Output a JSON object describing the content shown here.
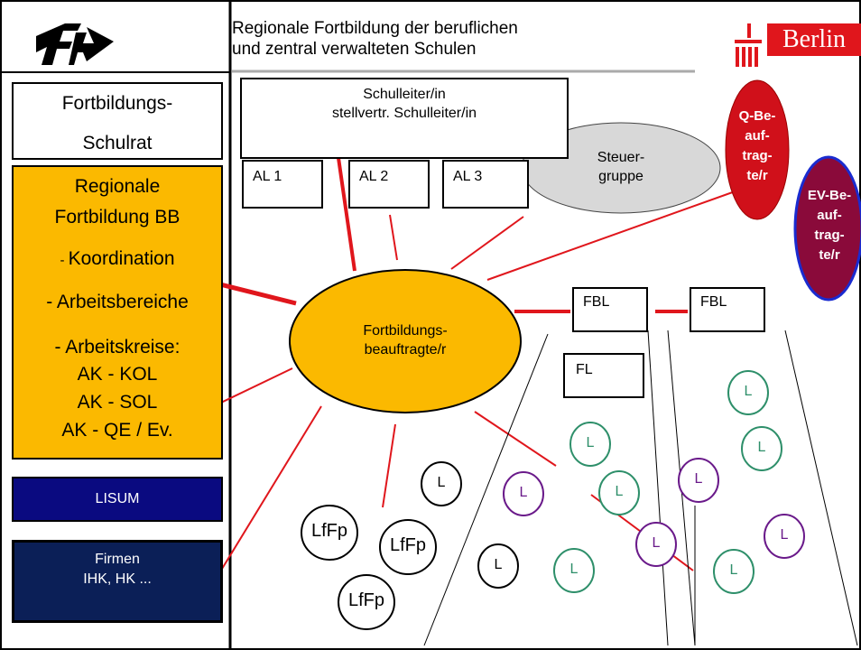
{
  "header": {
    "logo_text": "rf",
    "title_line1": "Regionale Fortbildung der beruflichen",
    "title_line2": "und zentral verwalteten Schulen",
    "berlin_label": "Berlin"
  },
  "left": {
    "schulrat_line1": "Fortbildungs-",
    "schulrat_line2": "Schulrat",
    "regional_line1": "Regionale",
    "regional_line2": "Fortbildung BB",
    "koordination_dash": "- ",
    "koordination": "Koordination",
    "arbeitsbereiche": "- Arbeitsbereiche",
    "arbeitskreise": "- Arbeitskreise:",
    "ak1": "AK - KOL",
    "ak2": "AK - SOL",
    "ak3": "AK - QE / Ev.",
    "lisum": "LISUM",
    "firmen_line1": "Firmen",
    "firmen_line2": "IHK, HK ..."
  },
  "org": {
    "schulleiter_line1": "Schulleiter/in",
    "schulleiter_line2": "stellvertr. Schulleiter/in",
    "al1": "AL 1",
    "al2": "AL 2",
    "al3": "AL 3",
    "steuer_line1": "Steuer-",
    "steuer_line2": "gruppe",
    "qbe": [
      "Q-Be-",
      "auf-",
      "trag-",
      "te/r"
    ],
    "evbe": [
      "EV-Be-",
      "auf-",
      "trag-",
      "te/r"
    ],
    "fbb_line1": "Fortbildungs-",
    "fbb_line2": "beauftragte/r",
    "fbl1": "FBL",
    "fbl2": "FBL",
    "fl": "FL",
    "l": "L",
    "lffp": "LfFp"
  },
  "colors": {
    "orange": "#fbb900",
    "red_line": "#e0161c",
    "q_beauftragte": "#d0101a",
    "ev_beauftragte": "#8a0a3a",
    "ev_border": "#1a2bd0",
    "teal": "#2e8f6a",
    "purple": "#6a1a8a",
    "navy": "#0a0a80",
    "steuergruppe": "#d8d8d8"
  }
}
